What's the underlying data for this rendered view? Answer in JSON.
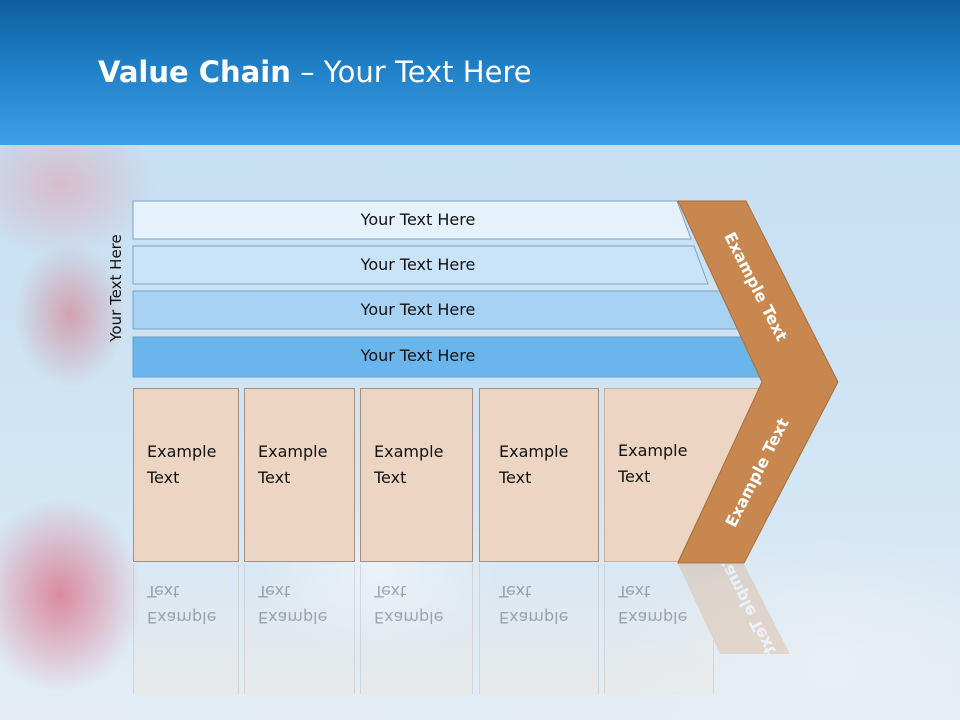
{
  "header": {
    "title_bold": "Value Chain",
    "title_rest": " – Your Text Here"
  },
  "side_label": "Your Text Here",
  "bands": [
    {
      "label": "Your Text Here",
      "color": "#e5f2fc"
    },
    {
      "label": "Your Text Here",
      "color": "#c9e4f8"
    },
    {
      "label": "Your Text Here",
      "color": "#a7d2f4"
    },
    {
      "label": "Your Text Here",
      "color": "#6ab6ec"
    }
  ],
  "boxes": [
    {
      "line1": "Example",
      "line2": "Text"
    },
    {
      "line1": "Example",
      "line2": "Text"
    },
    {
      "line1": "Example",
      "line2": "Text"
    },
    {
      "line1": "Example",
      "line2": "Text"
    },
    {
      "line1": "Example",
      "line2": "Text"
    }
  ],
  "chevron": {
    "upper_label": "Example Text",
    "lower_label": "Example Text",
    "color": "#c8874e"
  },
  "colors": {
    "header_blue": "#1f7fc6",
    "box_fill": "#ecd6c3"
  }
}
